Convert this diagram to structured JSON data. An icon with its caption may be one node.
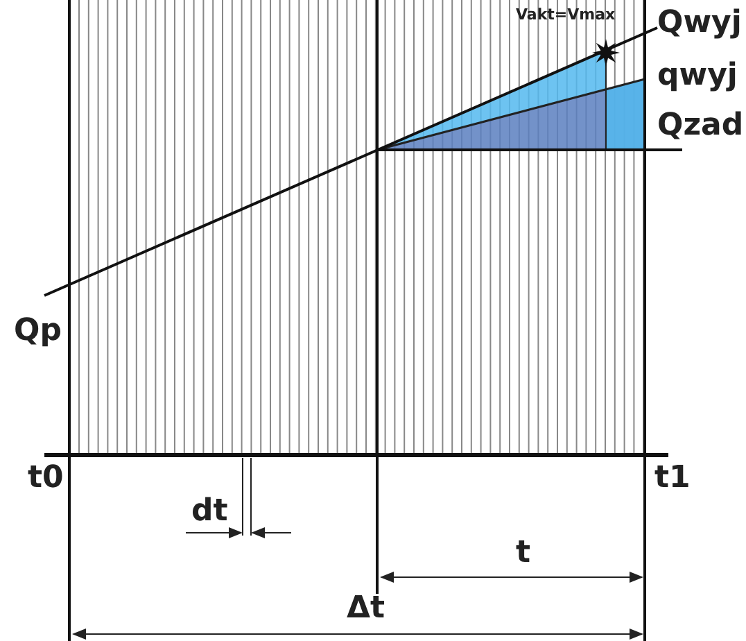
{
  "diagram": {
    "labels": [
      "Vakt=Vmax",
      "Qwyj",
      "qwyj",
      "Qzad",
      "Qp",
      "t0",
      "t1",
      "dt",
      "t",
      "Δt"
    ]
  }
}
